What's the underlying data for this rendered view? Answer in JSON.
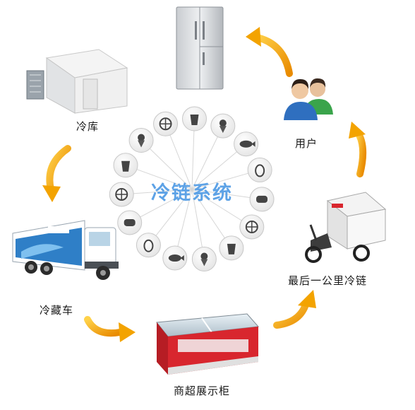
{
  "center": {
    "title": "冷链系统"
  },
  "nodes": {
    "cold_storage": {
      "label": "冷库"
    },
    "refrigerator": {
      "label": ""
    },
    "user": {
      "label": "用户"
    },
    "last_mile": {
      "label": "最后一公里冷链"
    },
    "display_cabinet": {
      "label": "商超展示柜"
    },
    "truck": {
      "label": "冷藏车"
    }
  },
  "food_icons": [
    "citrus-icon",
    "drink-cup-icon",
    "ice-cream-icon",
    "cake-icon",
    "fish-icon",
    "beverage-bottle-icon",
    "egg-icon",
    "bread-icon",
    "pills-icon",
    "sausage-icon",
    "cheese-icon",
    "carrot-icon",
    "strawberry-icon",
    "tomato-icon",
    "cherry-icon"
  ],
  "colors": {
    "arrow": "#f3a300",
    "title": "#5da2e6",
    "truck_blue": "#2f7fc7",
    "cabinet_red": "#d8262e"
  }
}
